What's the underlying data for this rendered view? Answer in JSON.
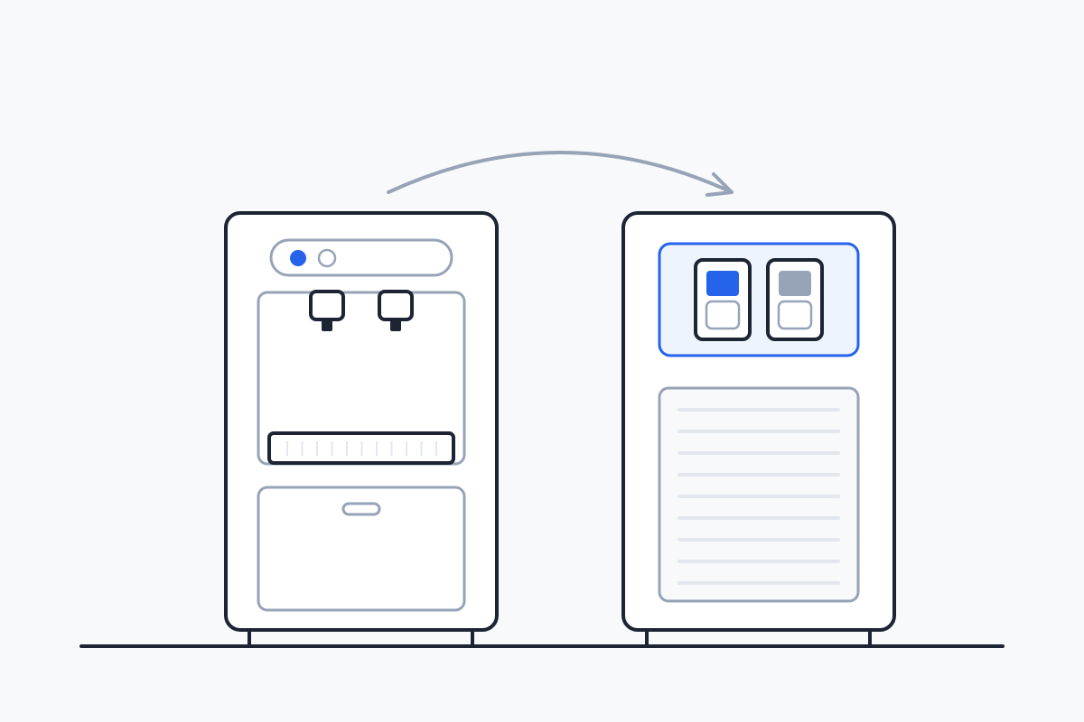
{
  "colors": {
    "background": "#f7f9fb",
    "outline": "#1d2433",
    "muted": "#97a3b6",
    "accent": "#2563eb",
    "panel_tint": "#edf4fd",
    "grille_line": "#e2e7ee",
    "body_fill": "#ffffff"
  },
  "diagram": {
    "left_unit": {
      "description_icon": "water-dispenser-icon",
      "indicators": [
        {
          "name": "indicator-active",
          "state": "on"
        },
        {
          "name": "indicator-inactive",
          "state": "off"
        }
      ],
      "taps": 2
    },
    "right_unit": {
      "description_icon": "dispenser-back-panel-icon",
      "switches": [
        {
          "name": "switch-blue",
          "state": "on"
        },
        {
          "name": "switch-grey",
          "state": "off"
        }
      ],
      "grille_slats": 9
    },
    "transition_icon": "curved-arrow-right-icon"
  }
}
